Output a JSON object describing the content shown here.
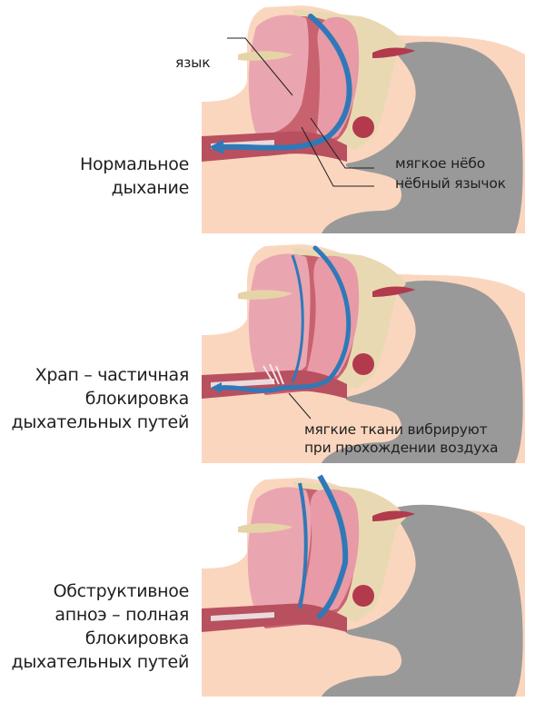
{
  "panels": [
    {
      "id": "normal",
      "caption": [
        "Нормальное",
        "дыхание"
      ],
      "labels": {
        "tongue": "язык",
        "soft_palate": "мягкое нёбо",
        "uvula": "нёбный язычок"
      },
      "airflow": "clear"
    },
    {
      "id": "snoring",
      "caption": [
        "Храп – частичная",
        "блокировка",
        "дыхательных путей"
      ],
      "labels": {
        "vibration": [
          "мягкие ткани вибрируют",
          "при прохождении воздуха"
        ]
      },
      "airflow": "partial"
    },
    {
      "id": "apnea",
      "caption": [
        "Обструктивное",
        "апноэ – полная",
        "блокировка",
        "дыхательных путей"
      ],
      "airflow": "blocked"
    }
  ],
  "colors": {
    "skin": "#fbd6bf",
    "pillow": "#999999",
    "tissue": "#c9626f",
    "tissue_light": "#eaa6b0",
    "bone": "#e9d9b3",
    "airflow": "#2f79b8",
    "text": "#1f1f1f"
  }
}
